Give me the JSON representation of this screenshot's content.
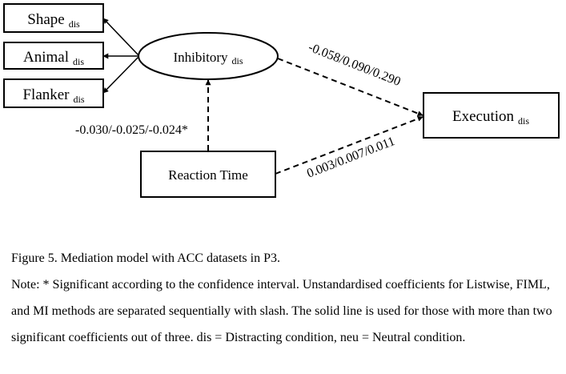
{
  "diagram": {
    "nodes": {
      "shape": {
        "label": "Shape",
        "sub": "dis"
      },
      "animal": {
        "label": "Animal",
        "sub": "dis"
      },
      "flanker": {
        "label": "Flanker",
        "sub": "dis"
      },
      "inhibitory": {
        "label": "Inhibitory",
        "sub": "dis"
      },
      "execution": {
        "label": "Execution",
        "sub": "dis"
      },
      "reaction_time": {
        "label": "Reaction Time"
      }
    },
    "edges": {
      "inhibitory_execution": "-0.058/0.090/0.290",
      "rt_inhibitory": "-0.030/-0.025/-0.024*",
      "rt_execution": "0.003/0.007/0.011"
    }
  },
  "caption": {
    "figure": "Figure 5. Mediation model with ACC datasets in P3.",
    "note": "Note: * Significant according to the confidence interval. Unstandardised coefficients for Listwise, FIML, and MI methods are separated sequentially with slash. The solid line is used for those with more than two significant coefficients out of three. dis = Distracting condition, neu = Neutral condition."
  }
}
